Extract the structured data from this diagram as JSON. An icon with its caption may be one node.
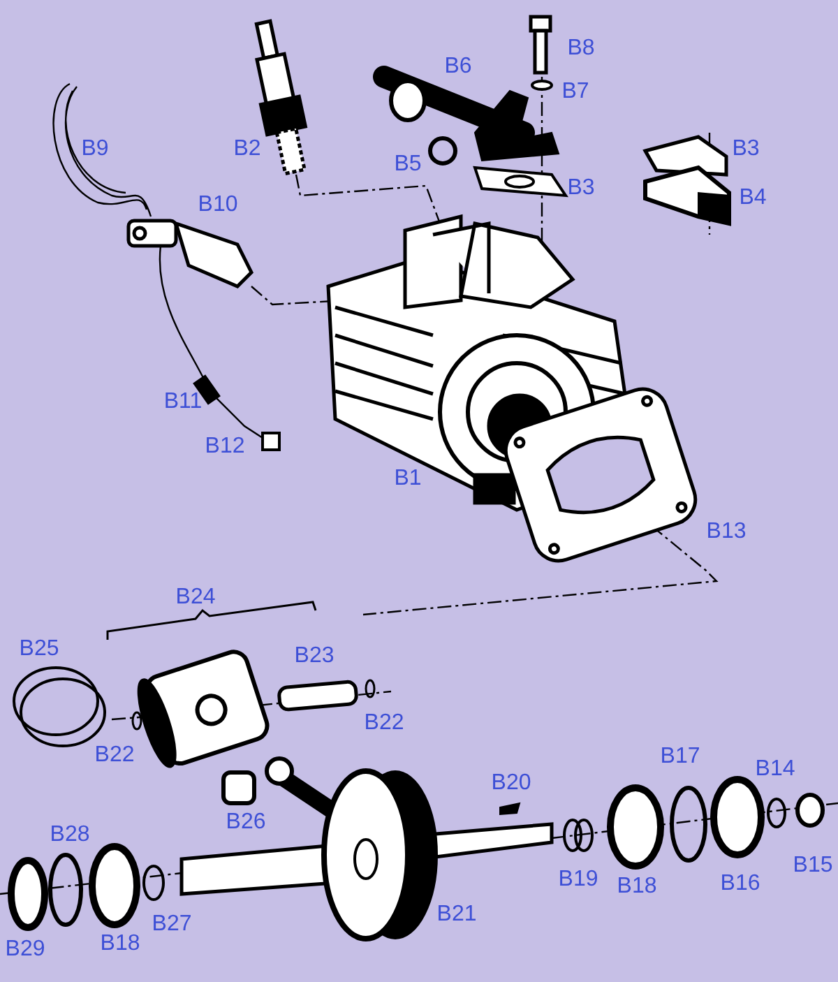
{
  "diagram": {
    "labels": [
      "B8",
      "B6",
      "B7",
      "B9",
      "B2",
      "B3",
      "B5",
      "B3",
      "B4",
      "B10",
      "B11",
      "B12",
      "B1",
      "B13",
      "B24",
      "B25",
      "B23",
      "B22",
      "B22",
      "B17",
      "B14",
      "B20",
      "B26",
      "B28",
      "B15",
      "B19",
      "B16",
      "B18",
      "B21",
      "B27",
      "B18",
      "B29"
    ]
  }
}
